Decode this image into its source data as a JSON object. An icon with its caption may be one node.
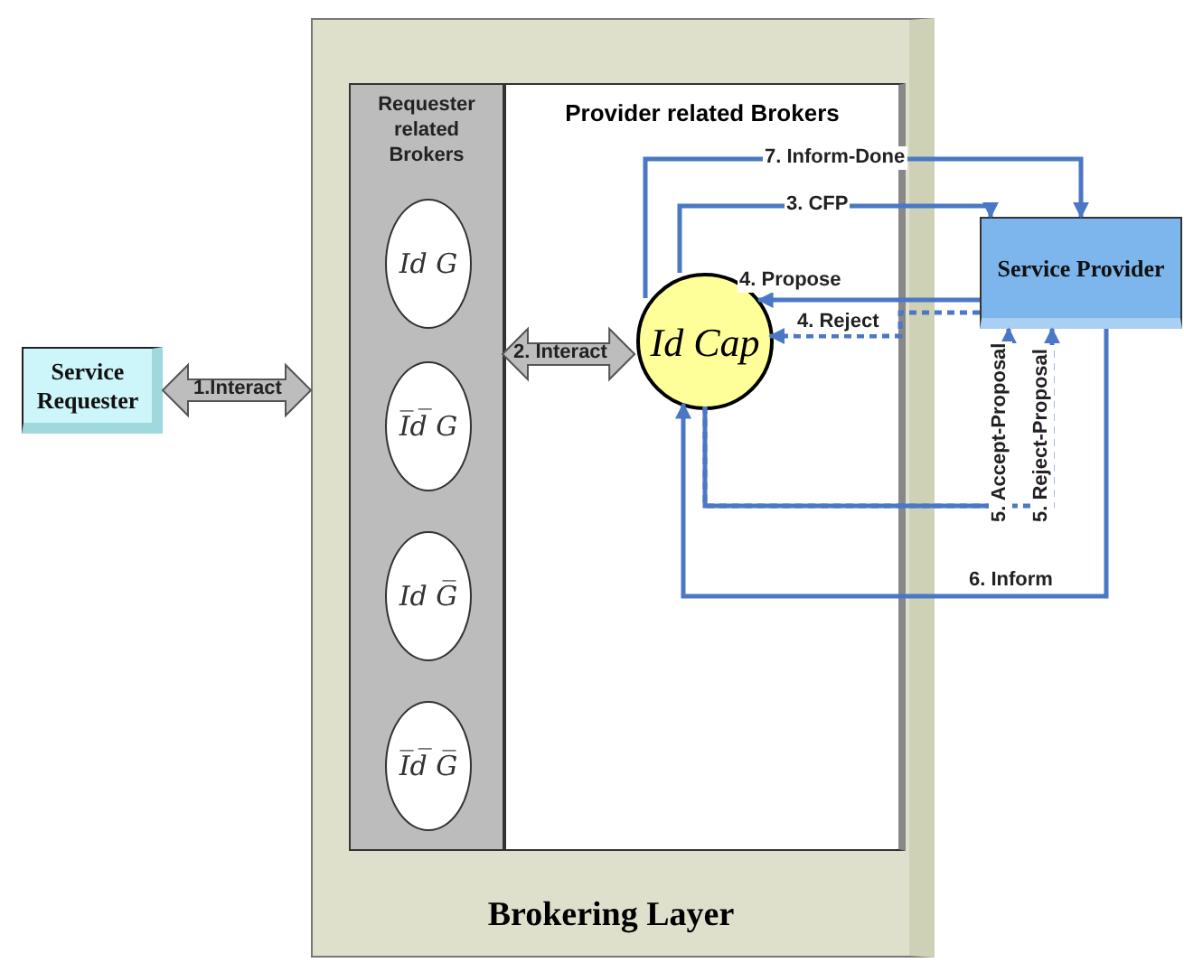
{
  "diagram": {
    "nodes": [
      {
        "text": [
          "Brokering Layer"
        ]
      },
      {
        "text": [
          "Requester related Brokers"
        ],
        "in": 0
      },
      {
        "text": [
          "Id G"
        ],
        "in": 1
      },
      {
        "text": [
          "I̅d̅ G"
        ],
        "in": 1
      },
      {
        "text": [
          "Id G̅"
        ],
        "in": 1
      },
      {
        "text": [
          "I̅d̅ G̅"
        ],
        "in": 1
      },
      {
        "text": [
          "Provider related Brokers"
        ],
        "in": 0
      },
      {
        "text": [
          "Id Cap"
        ],
        "in": 6
      },
      {
        "text": [
          "Service Requester"
        ]
      },
      {
        "text": [
          "Service Provider"
        ]
      }
    ],
    "edges": [
      {
        "from": 8,
        "to": 0,
        "arrow": "both",
        "label": "1.Interact",
        "style": "thick",
        "color": "#bdbdbd"
      },
      {
        "from": 1,
        "to": 7,
        "arrow": "both",
        "label": "2. Interact",
        "style": "thick",
        "color": "#bdbdbd"
      },
      {
        "from": 7,
        "to": 9,
        "arrow": "to",
        "label": "3. CFP"
      },
      {
        "from": 9,
        "to": 7,
        "arrow": "to",
        "label": "4. Propose"
      },
      {
        "from": 9,
        "to": 7,
        "arrow": "to",
        "label": "4. Reject",
        "style": "dashed"
      },
      {
        "from": 7,
        "to": 9,
        "arrow": "to",
        "label": "5. Accept-Proposal"
      },
      {
        "from": 7,
        "to": 9,
        "arrow": "to",
        "label": "5. Reject-Proposal",
        "style": "dashed"
      },
      {
        "from": 9,
        "to": 7,
        "arrow": "to",
        "label": "6. Inform"
      },
      {
        "from": 7,
        "to": 9,
        "arrow": "to",
        "label": "7. Inform-Done"
      }
    ]
  }
}
